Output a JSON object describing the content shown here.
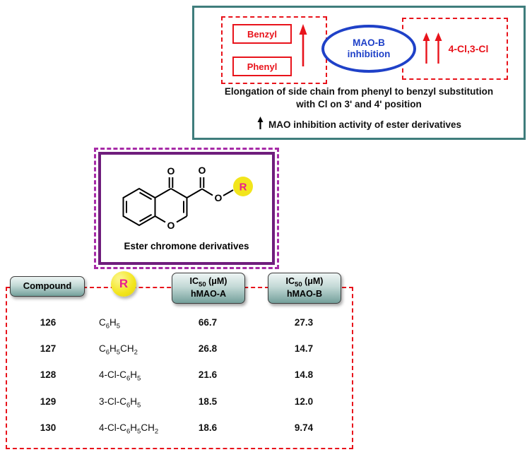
{
  "summary_box": {
    "benzyl_label": "Benzyl",
    "phenyl_label": "Phenyl",
    "ellipse_line1": "MAO-B",
    "ellipse_line2": "inhibition",
    "cl_label": "4-Cl,3-Cl",
    "caption_line1": "Elongation of side chain from phenyl to benzyl substitution",
    "caption_line2": "with Cl on 3' and 4' position",
    "note_text": "MAO inhibition activity of ester derivatives"
  },
  "structure_box": {
    "label": "Ester chromone derivatives",
    "o": "O",
    "r": "R"
  },
  "table": {
    "headers": {
      "compound": "Compound",
      "r": "R",
      "maoa_line1": "IC50 (μM)",
      "maoa_line2": "hMAO-A",
      "maob_line1": "IC50 (μM)",
      "maob_line2": "hMAO-B"
    },
    "rows": [
      {
        "compound": "126",
        "r": "C6H5",
        "maoa": "66.7",
        "maob": "27.3"
      },
      {
        "compound": "127",
        "r": "C6H5CH2",
        "maoa": "26.8",
        "maob": "14.7"
      },
      {
        "compound": "128",
        "r": "4-Cl-C6H5",
        "maoa": "21.6",
        "maob": "14.8"
      },
      {
        "compound": "129",
        "r": "3-Cl-C6H5",
        "maoa": "18.5",
        "maob": "12.0"
      },
      {
        "compound": "130",
        "r": "4-Cl-C6H5CH2",
        "maoa": "18.6",
        "maob": "9.74"
      }
    ]
  },
  "icons": {
    "red_up_arrow": "↑",
    "red_double_up_arrow": "↑↑",
    "black_up_arrow": "↑"
  },
  "colors": {
    "teal_border": "#3f7d7c",
    "red": "#e8131b",
    "blue": "#1f41c8",
    "purple_inner": "#6f1d7c",
    "purple_outer": "#a72ba7",
    "yellow": "#f2e51c",
    "magenta": "#ea1d8d",
    "header_teal": "#74a09b"
  }
}
